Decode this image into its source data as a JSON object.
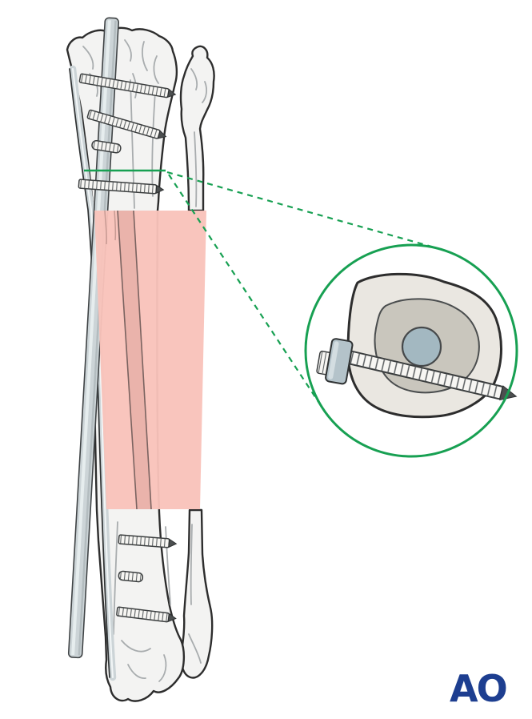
{
  "figure": {
    "type": "medical-illustration",
    "subject": "Tibia and fibula treated with an intramedullary nail and locking screws; highlighted diaphyseal segment with magnified cross-section showing nail and lag screw",
    "logo_text": "AO"
  },
  "theme": {
    "background": "#ffffff",
    "outline": "#2d2d2d",
    "bone-fill": "#f3f3f2",
    "bone-line": "#a8acae",
    "highlight-pink": "#f9c3ba",
    "accent-green": "#17a052",
    "implant-gray": "#ccd4d7",
    "implant-dark": "#4c4f50",
    "cortex-fill": "#eae7e1",
    "cancellous-fill": "#c9c6bd",
    "nail-section-fill": "#a3b8c1",
    "nut-fill": "#b4c3ca",
    "ao-blue": "#1d3e90"
  }
}
